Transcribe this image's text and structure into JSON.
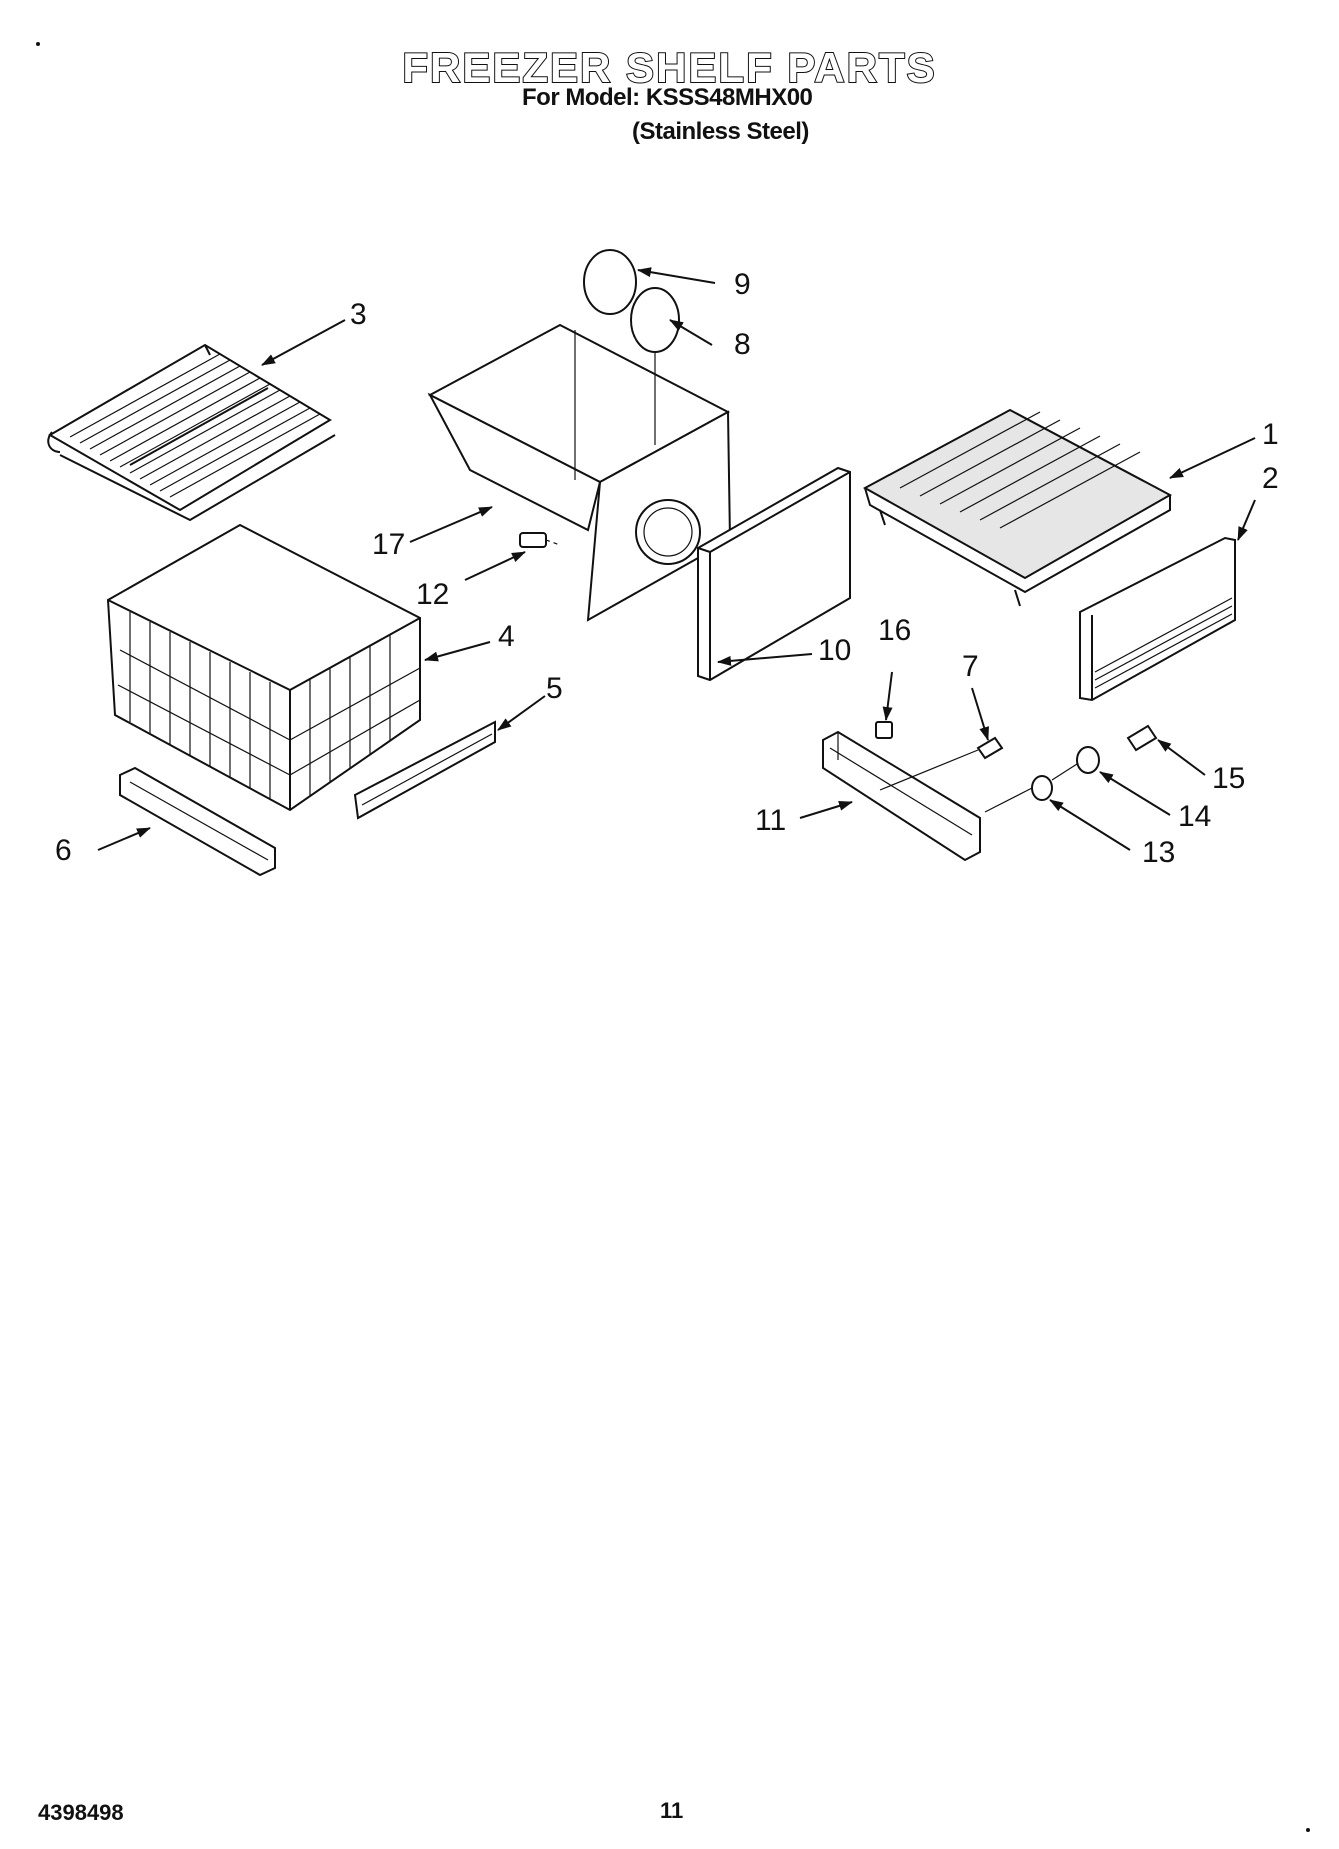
{
  "header": {
    "title": "FREEZER SHELF PARTS",
    "model_line": "For Model: KSSS48MHX00",
    "finish_line": "(Stainless Steel)"
  },
  "callouts": [
    "1",
    "2",
    "3",
    "4",
    "5",
    "6",
    "7",
    "8",
    "9",
    "10",
    "11",
    "12",
    "13",
    "14",
    "15",
    "16",
    "17"
  ],
  "footer": {
    "doc_number": "4398498",
    "page_number": "11"
  }
}
